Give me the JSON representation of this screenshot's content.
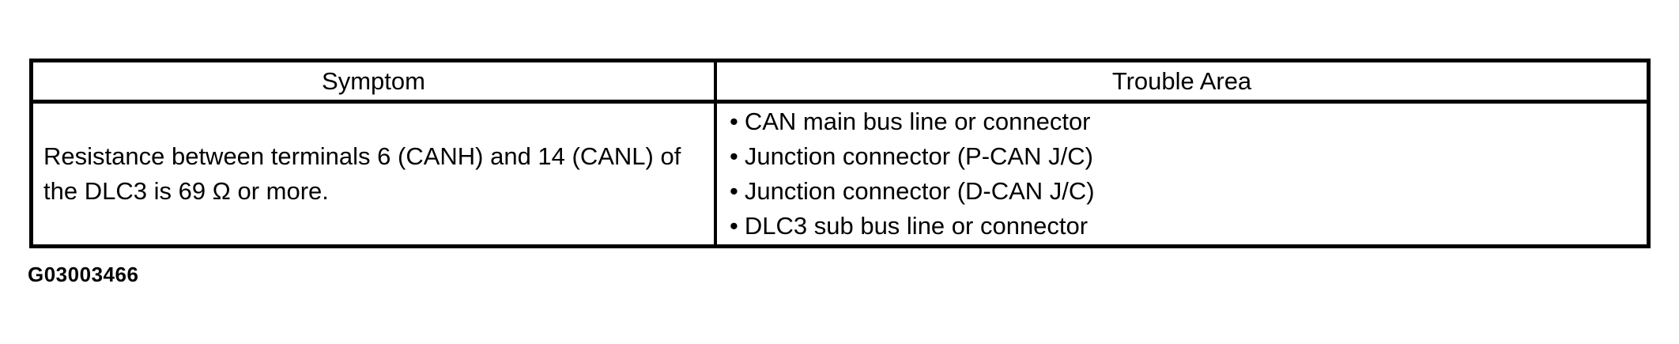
{
  "document": {
    "table": {
      "bullet_glyph": "•",
      "columns": [
        {
          "header": "Symptom"
        },
        {
          "header": "Trouble Area"
        }
      ],
      "rows": [
        {
          "symptom_lines": [
            "Resistance between terminals 6 (CANH) and 14 (CANL) of",
            "the DLC3 is 69 Ω or more."
          ],
          "trouble_items": [
            "CAN main bus line or connector",
            "Junction connector (P-CAN J/C)",
            "Junction connector (D-CAN J/C)",
            "DLC3 sub bus line or connector"
          ]
        }
      ]
    },
    "figure_code": "G03003466"
  }
}
